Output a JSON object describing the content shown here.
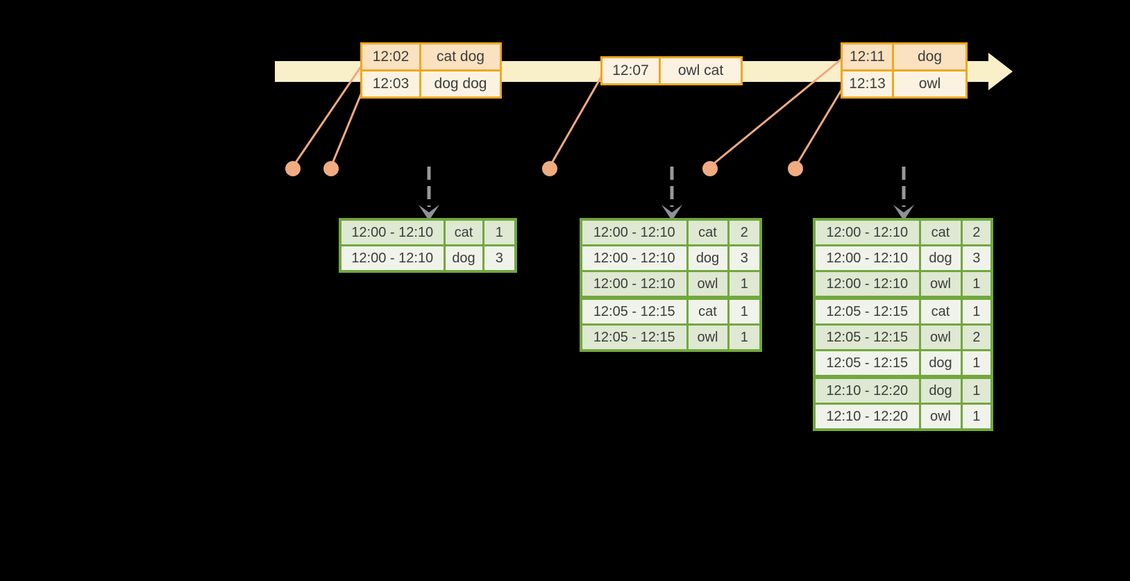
{
  "diagram": {
    "title": "windowed-grouped-aggregation-diagram",
    "colors": {
      "background": "#000000",
      "timeline_fill": "#f9efc9",
      "input_border": "#efa71f",
      "input_row_dark": "#fae2c1",
      "input_row_light": "#fcf2e2",
      "event_dot": "#f0ac80",
      "connector_line": "#efaa7f",
      "trigger_arrow": "#96989c",
      "result_border": "#71a83d",
      "result_row_dark": "#dfe8d2",
      "result_row_light": "#f0f3ea",
      "text": "#3c3c3c"
    },
    "icons": {
      "timeline_arrow": "right-arrow",
      "trigger_arrow": "dashed-down-arrow"
    }
  },
  "input_tables": [
    {
      "cell_keys": [
        "time",
        "words"
      ],
      "rows": [
        {
          "time": "12:02",
          "words": "cat dog"
        },
        {
          "time": "12:03",
          "words": "dog dog"
        }
      ]
    },
    {
      "cell_keys": [
        "time",
        "words"
      ],
      "rows": [
        {
          "time": "12:07",
          "words": "owl cat"
        }
      ]
    },
    {
      "cell_keys": [
        "time",
        "words"
      ],
      "rows": [
        {
          "time": "12:11",
          "words": "dog"
        },
        {
          "time": "12:13",
          "words": "owl"
        }
      ]
    }
  ],
  "result_tables": [
    {
      "cell_keys": [
        "window",
        "word",
        "count"
      ],
      "group_breaks": [],
      "rows": [
        {
          "window": "12:00 - 12:10",
          "word": "cat",
          "count": "1"
        },
        {
          "window": "12:00 - 12:10",
          "word": "dog",
          "count": "3"
        }
      ]
    },
    {
      "cell_keys": [
        "window",
        "word",
        "count"
      ],
      "group_breaks": [
        3
      ],
      "rows": [
        {
          "window": "12:00 - 12:10",
          "word": "cat",
          "count": "2"
        },
        {
          "window": "12:00 - 12:10",
          "word": "dog",
          "count": "3"
        },
        {
          "window": "12:00 - 12:10",
          "word": "owl",
          "count": "1"
        },
        {
          "window": "12:05 - 12:15",
          "word": "cat",
          "count": "1"
        },
        {
          "window": "12:05 - 12:15",
          "word": "owl",
          "count": "1"
        }
      ]
    },
    {
      "cell_keys": [
        "window",
        "word",
        "count"
      ],
      "group_breaks": [
        3,
        6
      ],
      "rows": [
        {
          "window": "12:00 - 12:10",
          "word": "cat",
          "count": "2"
        },
        {
          "window": "12:00 - 12:10",
          "word": "dog",
          "count": "3"
        },
        {
          "window": "12:00 - 12:10",
          "word": "owl",
          "count": "1"
        },
        {
          "window": "12:05 - 12:15",
          "word": "cat",
          "count": "1"
        },
        {
          "window": "12:05 - 12:15",
          "word": "owl",
          "count": "2"
        },
        {
          "window": "12:05 - 12:15",
          "word": "dog",
          "count": "1"
        },
        {
          "window": "12:10 - 12:20",
          "word": "dog",
          "count": "1"
        },
        {
          "window": "12:10 - 12:20",
          "word": "owl",
          "count": "1"
        }
      ]
    }
  ]
}
